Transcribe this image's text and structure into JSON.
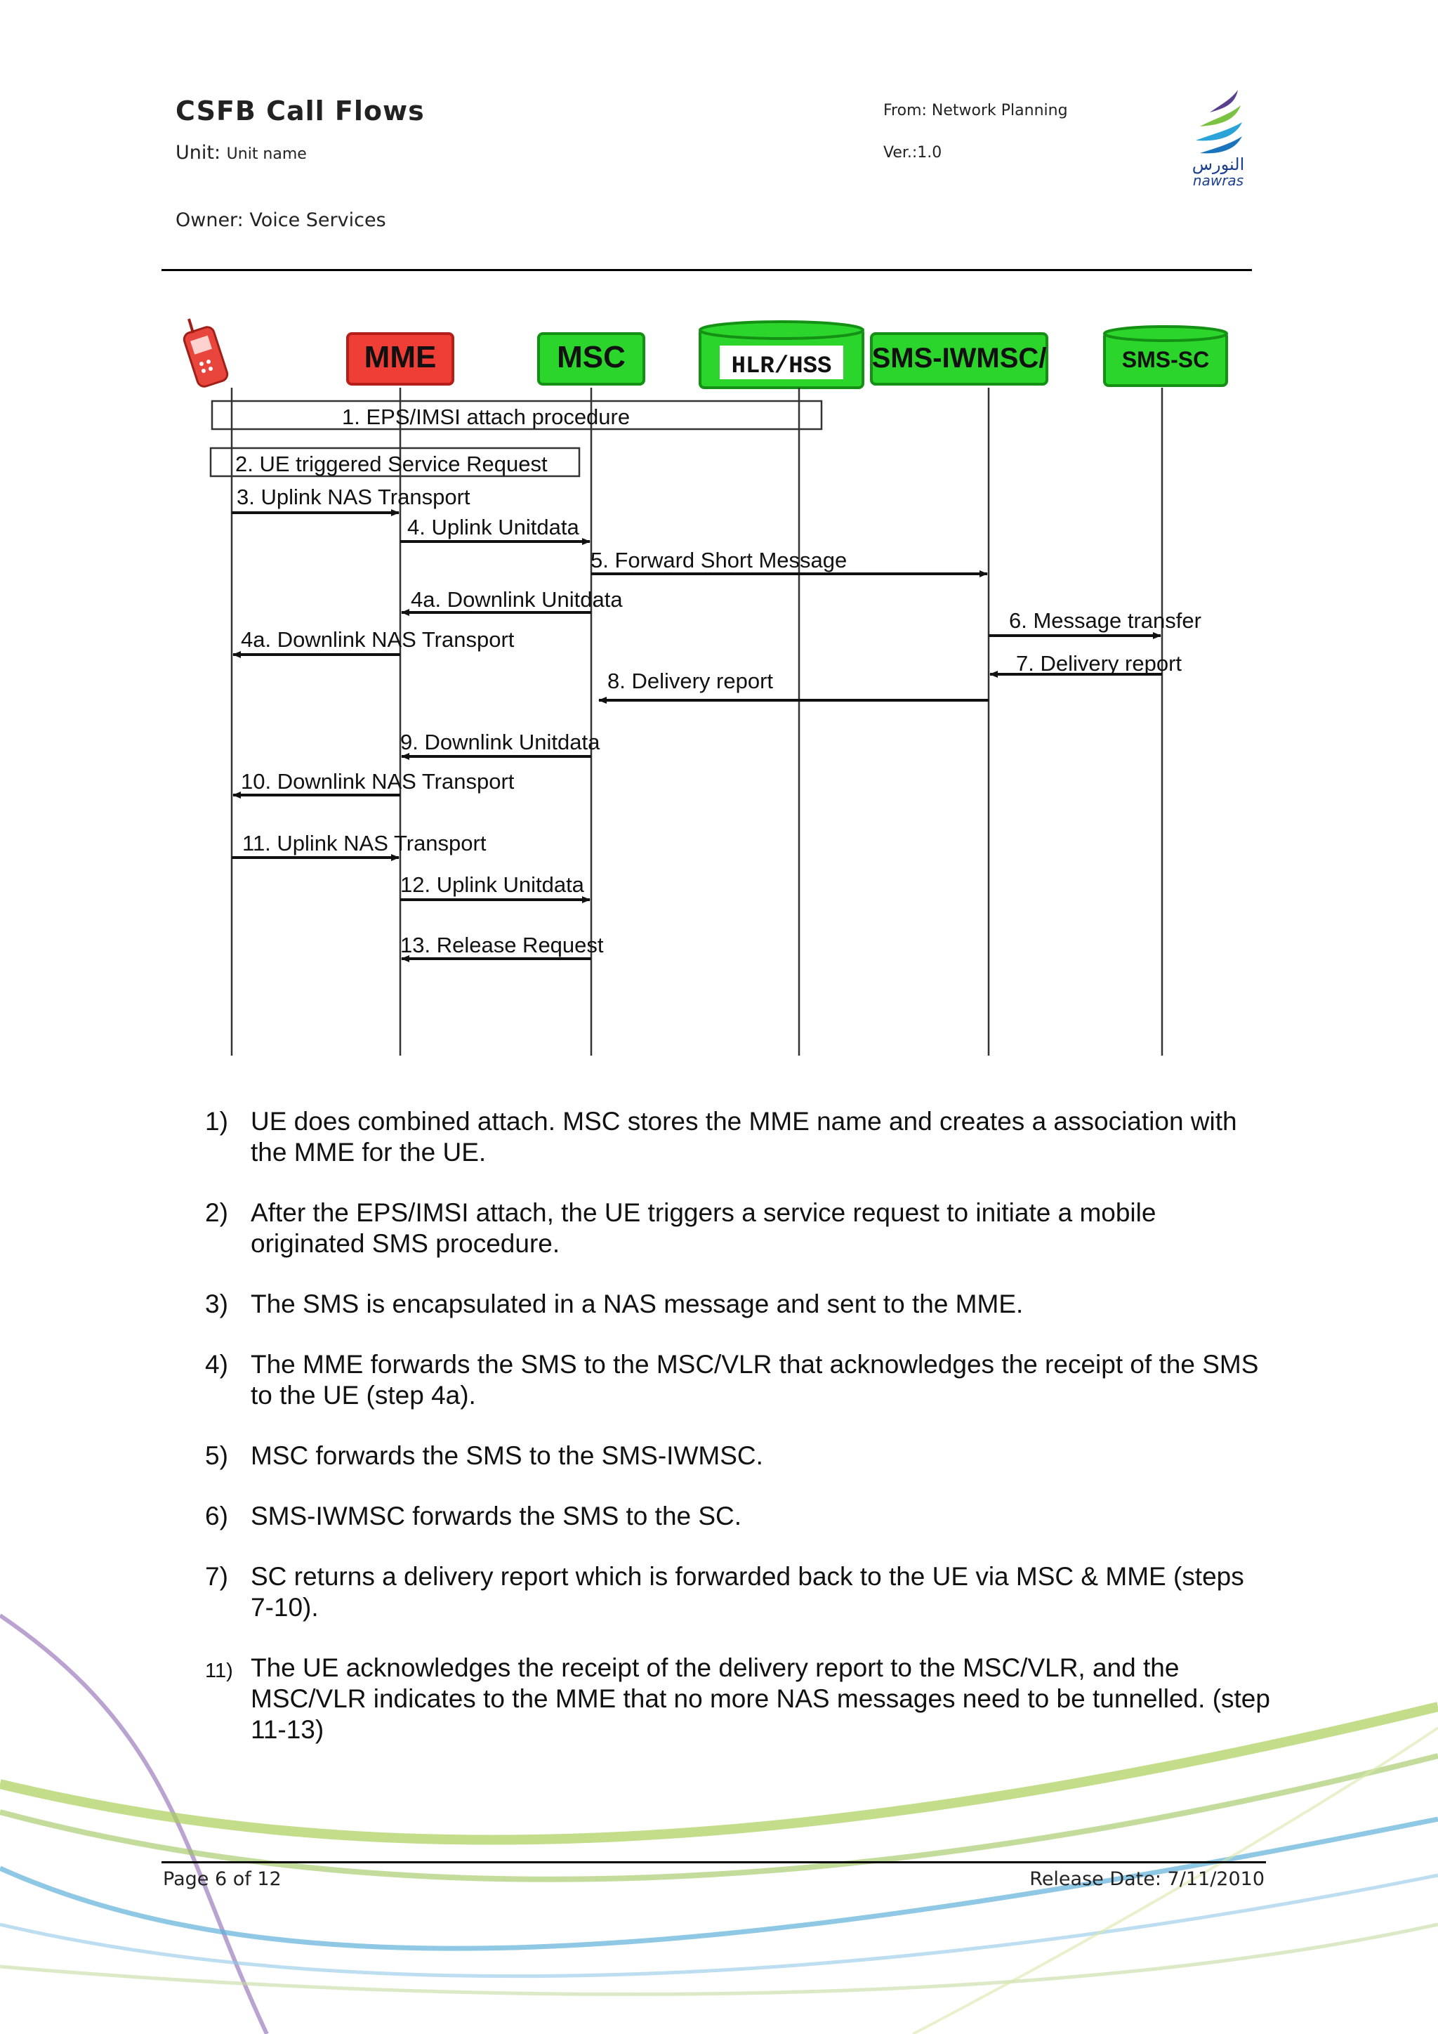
{
  "header": {
    "title": "CSFB  Call  Flows",
    "unit_label": "Unit:",
    "unit_value": "Unit  name",
    "owner": "Owner: Voice Services",
    "from": "From:  Network  Planning",
    "version": "Ver.:1.0",
    "logo_arabic": "النورس",
    "logo_latin": "nawras"
  },
  "diagram": {
    "entities": [
      "MME",
      "MSC",
      "HLR/HSS",
      "SMS-IWMSC/",
      "SMS-SC"
    ],
    "messages": [
      "1. EPS/IMSI attach procedure",
      "2. UE triggered Service Request",
      "3. Uplink NAS Transport",
      "4. Uplink Unitdata",
      "5. Forward Short Message",
      "4a. Downlink Unitdata",
      "4a. Downlink NAS Transport",
      "6. Message transfer",
      "7. Delivery report",
      "8. Delivery report",
      "9. Downlink Unitdata",
      "10. Downlink NAS Transport",
      "11. Uplink NAS Transport",
      "12. Uplink Unitdata",
      "13. Release Request"
    ]
  },
  "steps": [
    {
      "num": "1)",
      "text": "UE does combined attach. MSC stores the MME  name and creates a association with the MME  for the UE."
    },
    {
      "num": "2)",
      "text": "After the EPS/IMSI attach, the UE triggers a service request to initiate a mobile originated SMS procedure."
    },
    {
      "num": "3)",
      "text": "The SMS is encapsulated in a NAS message and sent to the MME."
    },
    {
      "num": "4)",
      "text": "The MME  forwards the SMS to the MSC/VLR that acknowledges the receipt of the SMS to the UE (step 4a)."
    },
    {
      "num": "5)",
      "text": "MSC forwards the SMS to the SMS-IWMSC."
    },
    {
      "num": "6)",
      "text": "SMS-IWMSC forwards the SMS to the SC."
    },
    {
      "num": "7)",
      "text": "SC returns a delivery report which is forwarded back to the UE via MSC & MME (steps 7-10)."
    },
    {
      "num": "11)",
      "text": "The UE acknowledges the receipt of the delivery report to the MSC/VLR, and the MSC/VLR indicates to the MME that no more NAS messages need to be tunnelled. (step 11-13)"
    }
  ],
  "footer": {
    "page": "Page 6 of 12",
    "release_date": "Release  Date: 7/11/2010"
  }
}
